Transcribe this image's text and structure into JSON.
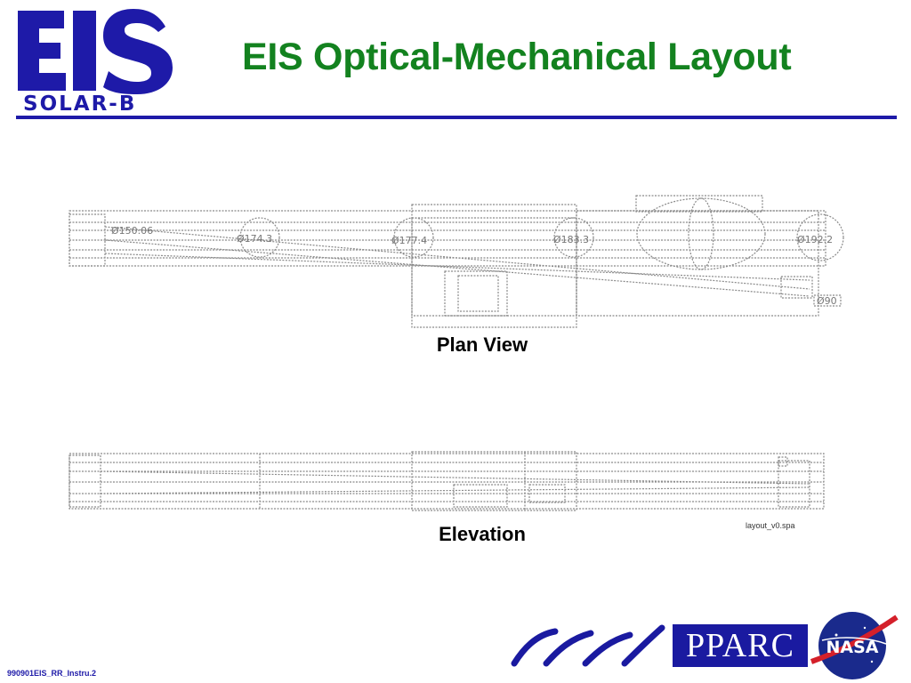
{
  "header": {
    "logo_main": "EIS",
    "logo_sub": "SOLAR-B",
    "title": "EIS Optical-Mechanical Layout"
  },
  "plan_view": {
    "caption": "Plan View",
    "dimensions": [
      "Ø150.06",
      "Ø174.3",
      "Ø177.4",
      "Ø183.3",
      "Ø192.2",
      "Ø90"
    ]
  },
  "elevation": {
    "caption": "Elevation",
    "note": "layout_v0.spa"
  },
  "footer": {
    "doc_id": "990901EIS_RR_Instru.2"
  },
  "logos": {
    "pparc": "PPARC",
    "nasa": "NASA"
  },
  "colors": {
    "title_green": "#13821f",
    "brand_blue": "#1e1aa8",
    "line_gray": "#8a8a8a"
  }
}
